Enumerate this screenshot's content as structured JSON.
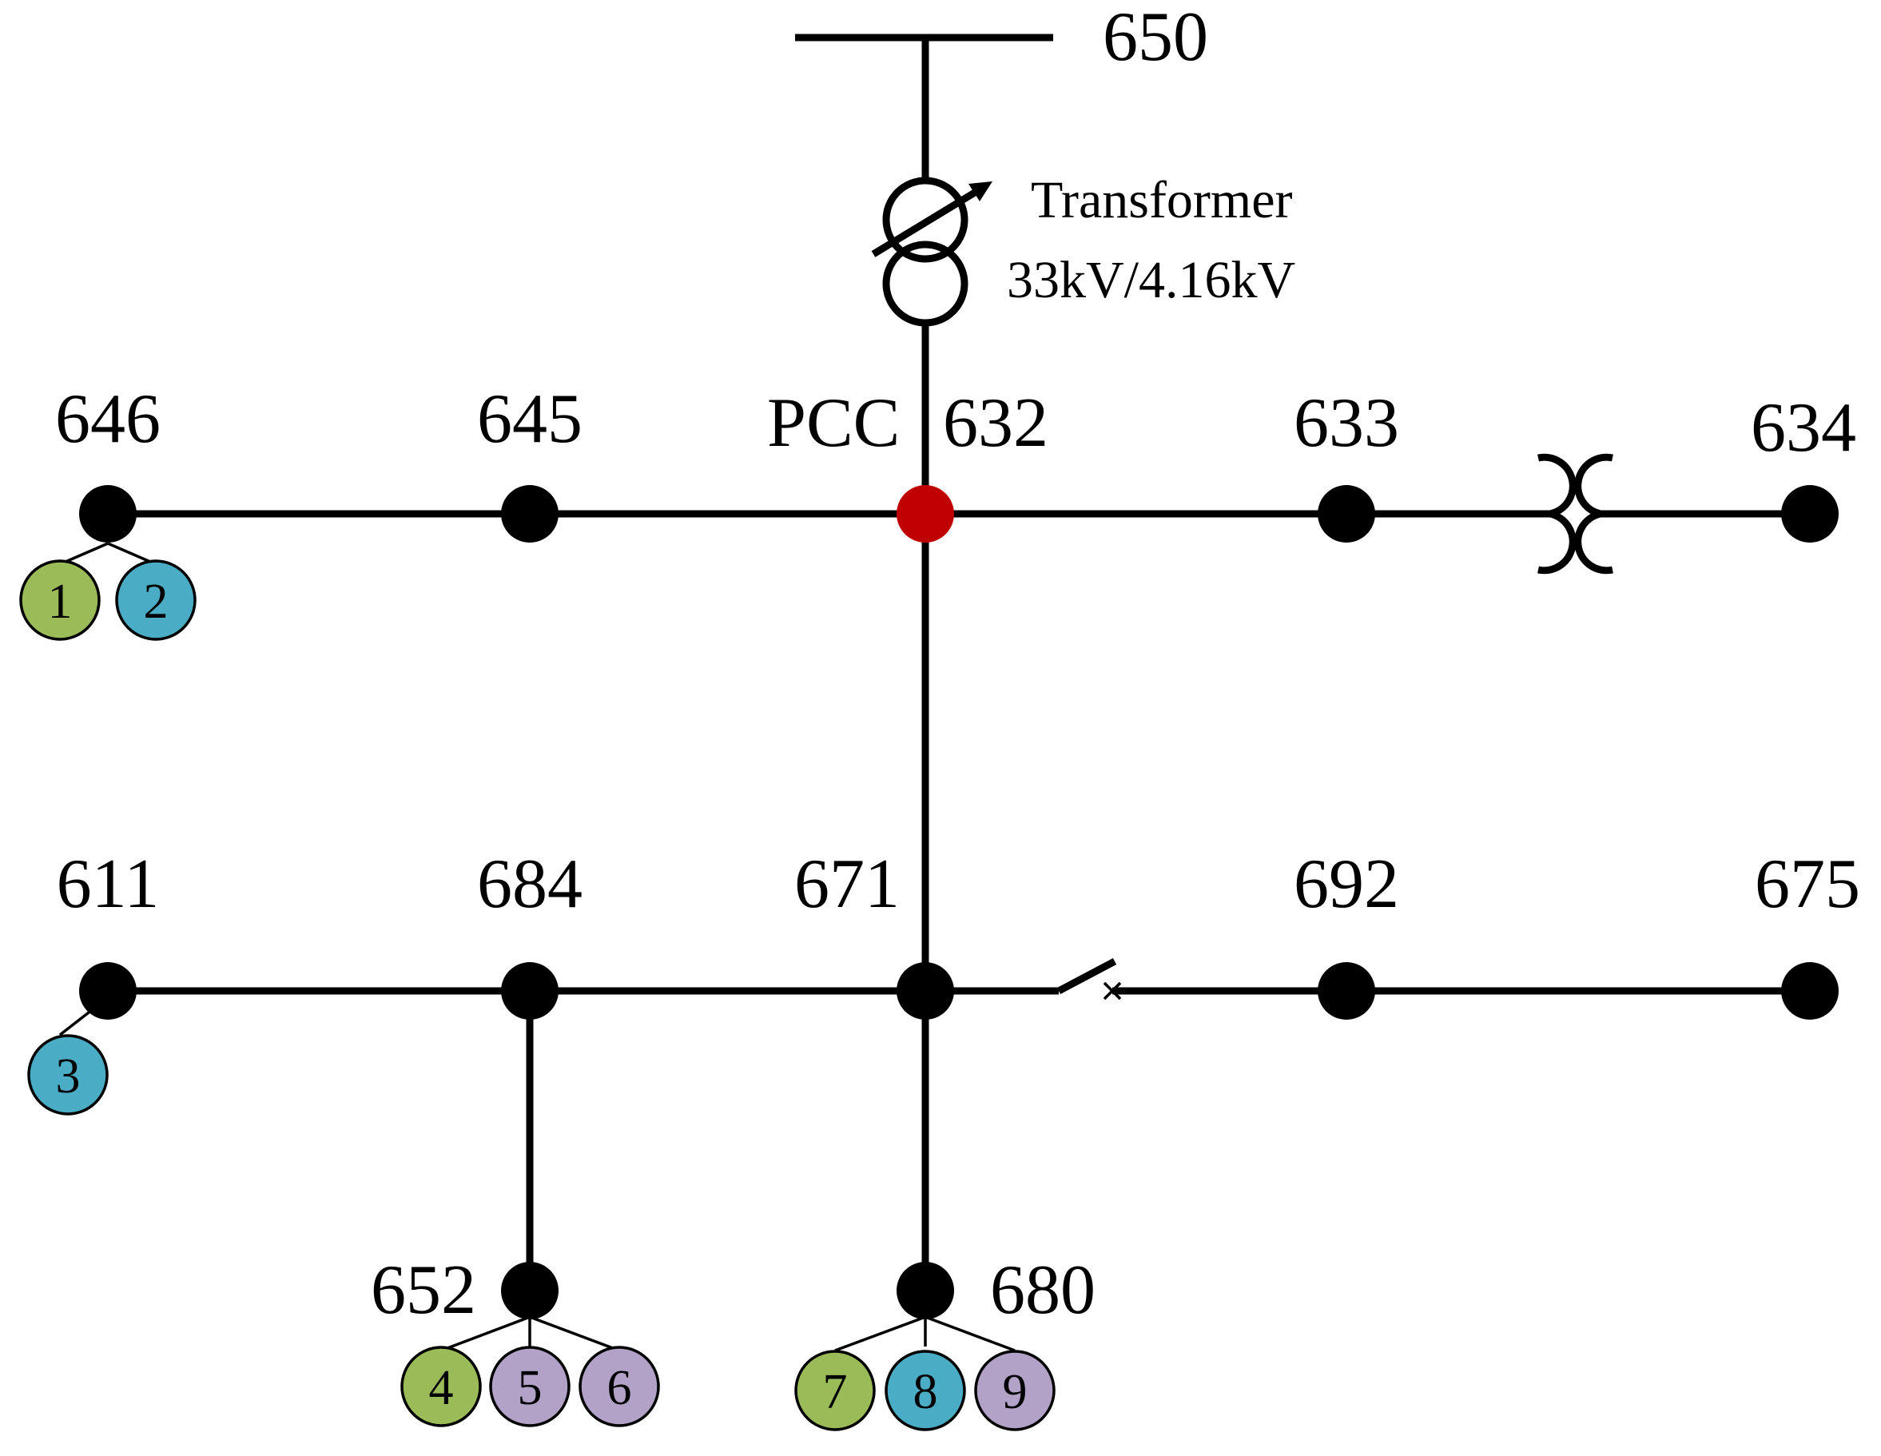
{
  "source_bus": {
    "label": "650"
  },
  "transformer": {
    "title": "Transformer",
    "rating": "33kV/4.16kV"
  },
  "pcc": {
    "label": "PCC"
  },
  "buses": {
    "b646": "646",
    "b645": "645",
    "b632": "632",
    "b633": "633",
    "b634": "634",
    "b611": "611",
    "b684": "684",
    "b671": "671",
    "b692": "692",
    "b675": "675",
    "b652": "652",
    "b680": "680"
  },
  "ders": [
    {
      "id": "1",
      "color": "#9bbb59"
    },
    {
      "id": "2",
      "color": "#4bacc6"
    },
    {
      "id": "3",
      "color": "#4bacc6"
    },
    {
      "id": "4",
      "color": "#9bbb59"
    },
    {
      "id": "5",
      "color": "#b3a2c7"
    },
    {
      "id": "6",
      "color": "#b3a2c7"
    },
    {
      "id": "7",
      "color": "#9bbb59"
    },
    {
      "id": "8",
      "color": "#4bacc6"
    },
    {
      "id": "9",
      "color": "#b3a2c7"
    }
  ],
  "colors": {
    "line": "#000000",
    "pcc": "#c00000",
    "node": "#000000"
  }
}
